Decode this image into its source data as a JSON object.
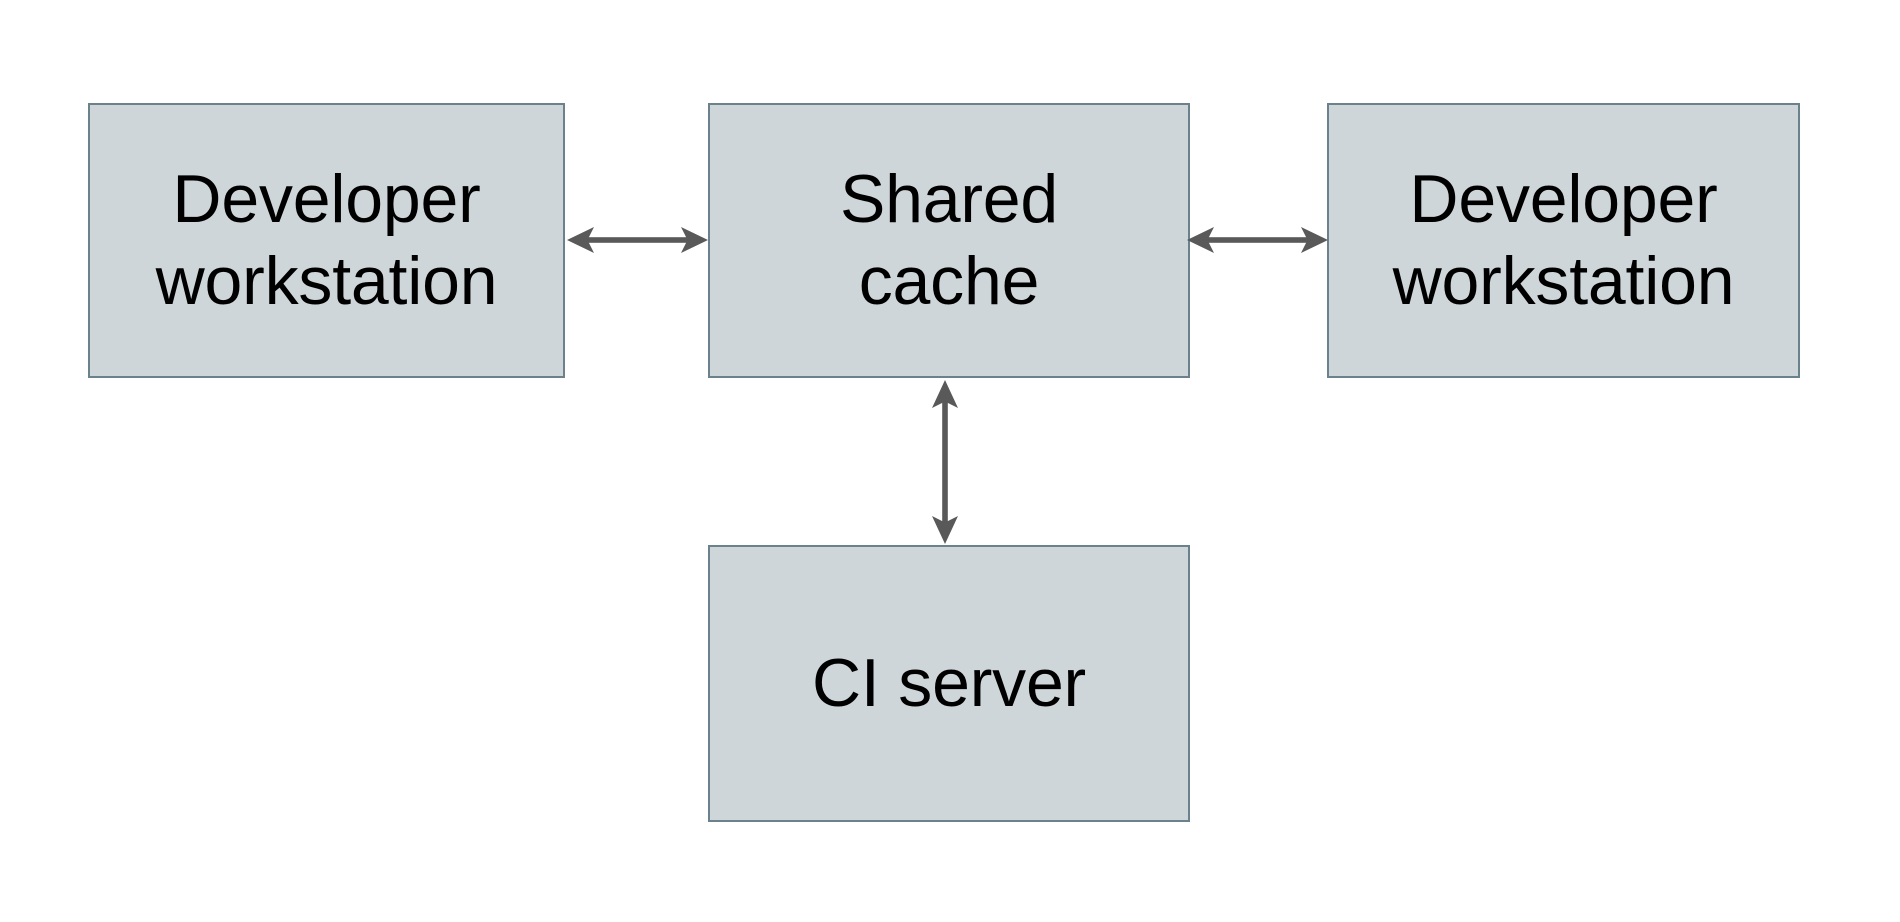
{
  "diagram": {
    "type": "block-diagram",
    "background_color": "#ffffff",
    "node_fill_color": "#ced6d9",
    "node_border_color": "#6b828c",
    "arrow_color": "#595959",
    "text_color": "#000000",
    "nodes": [
      {
        "id": "dev-left",
        "label": "Developer\nworkstation",
        "shape": "rectangle"
      },
      {
        "id": "shared",
        "label": "Shared\ncache",
        "shape": "rectangle"
      },
      {
        "id": "dev-right",
        "label": "Developer\nworkstation",
        "shape": "rectangle"
      },
      {
        "id": "ci",
        "label": "CI server",
        "shape": "rectangle"
      }
    ],
    "edges": [
      {
        "id": "edge-left-shared",
        "from": "dev-left",
        "to": "shared",
        "arrowheads": "both",
        "orientation": "horizontal",
        "label": ""
      },
      {
        "id": "edge-shared-right",
        "from": "shared",
        "to": "dev-right",
        "arrowheads": "both",
        "orientation": "horizontal",
        "label": ""
      },
      {
        "id": "edge-shared-ci",
        "from": "shared",
        "to": "ci",
        "arrowheads": "both",
        "orientation": "vertical",
        "label": ""
      }
    ]
  }
}
